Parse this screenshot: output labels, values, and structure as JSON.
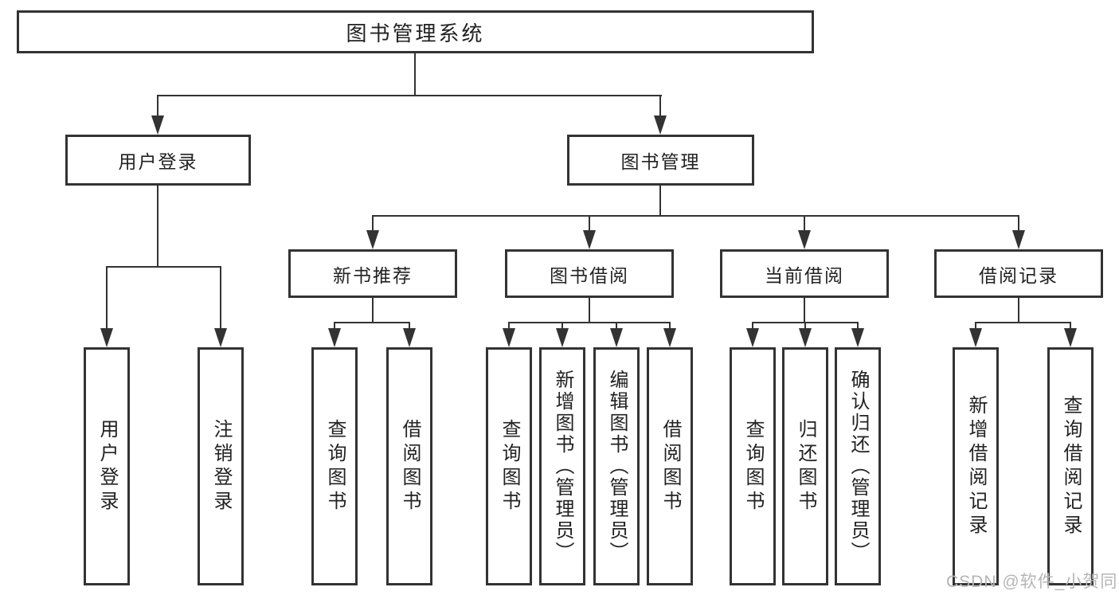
{
  "tree": {
    "root": {
      "label": "图书管理系统"
    },
    "children": [
      {
        "label": "用户登录",
        "children": [
          {
            "label": "用户登录"
          },
          {
            "label": "注销登录"
          }
        ]
      },
      {
        "label": "图书管理",
        "children": [
          {
            "label": "新书推荐",
            "children": [
              {
                "label": "查询图书"
              },
              {
                "label": "借阅图书"
              }
            ]
          },
          {
            "label": "图书借阅",
            "children": [
              {
                "label": "查询图书"
              },
              {
                "label": "新增图书（管理员）"
              },
              {
                "label": "编辑图书（管理员）"
              },
              {
                "label": "借阅图书"
              }
            ]
          },
          {
            "label": "当前借阅",
            "children": [
              {
                "label": "查询图书"
              },
              {
                "label": "归还图书"
              },
              {
                "label": "确认归还（管理员）"
              }
            ]
          },
          {
            "label": "借阅记录",
            "children": [
              {
                "label": "新增借阅记录"
              },
              {
                "label": "查询借阅记录"
              }
            ]
          }
        ]
      }
    ]
  },
  "watermark": {
    "text": "CSDN @软件_小贺同学"
  },
  "colors": {
    "line": "#333333",
    "text": "#222222",
    "watermark": "#b5b5b5",
    "background": "#ffffff"
  }
}
